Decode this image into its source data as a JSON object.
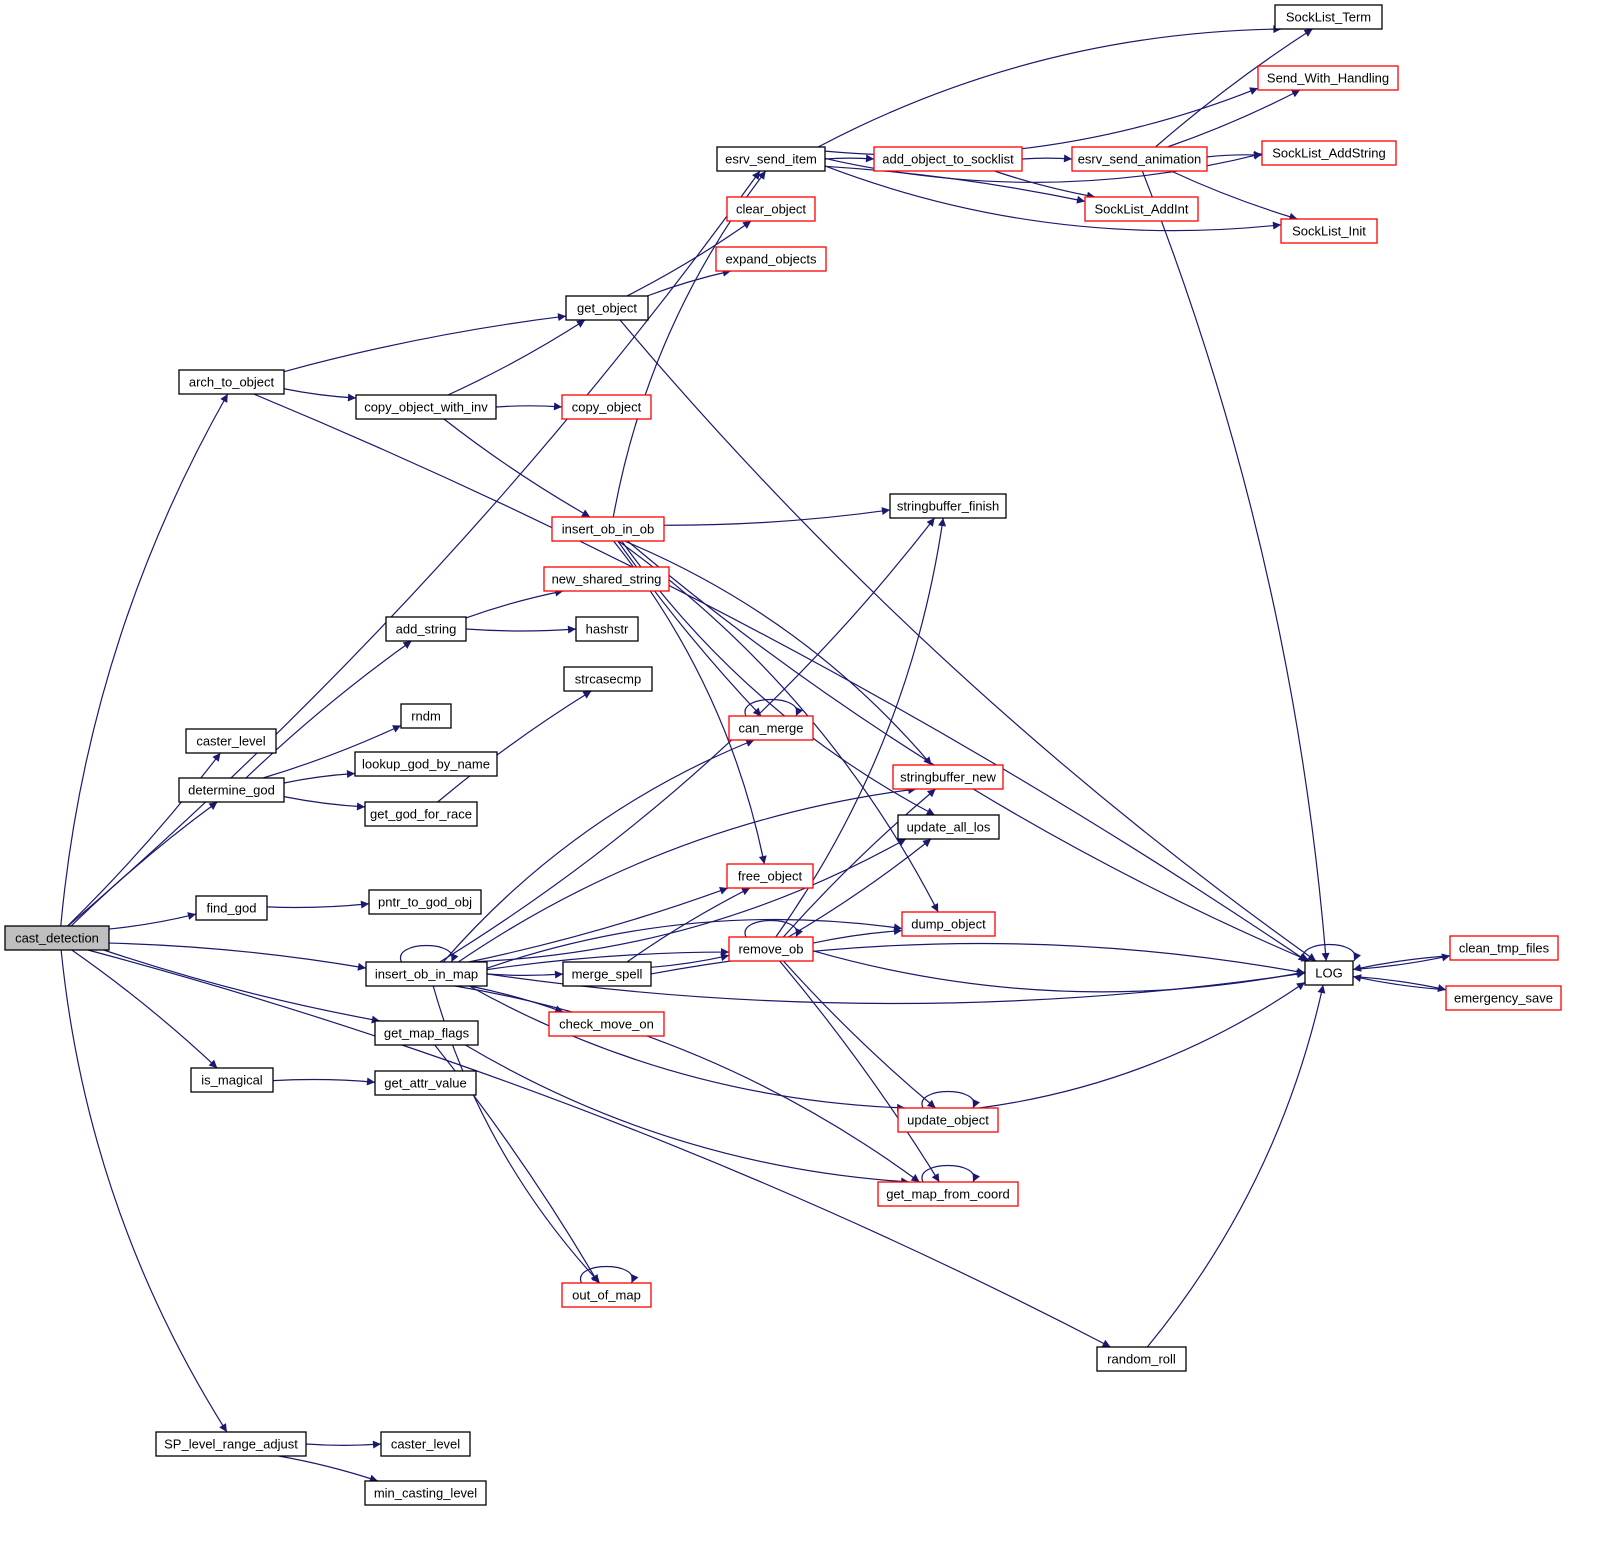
{
  "title": "cast_detection call graph",
  "colors": {
    "edge": "#191970",
    "root_fill": "#bfbfbf",
    "normal_border": "#000000",
    "truncated_border": "#ff0000"
  },
  "nodes": [
    {
      "id": "cast_detection",
      "label": "cast_detection",
      "style": "root"
    },
    {
      "id": "arch_to_object",
      "label": "arch_to_object",
      "style": "normal"
    },
    {
      "id": "caster_level_1",
      "label": "caster_level",
      "style": "normal"
    },
    {
      "id": "determine_god",
      "label": "determine_god",
      "style": "normal"
    },
    {
      "id": "find_god",
      "label": "find_god",
      "style": "normal"
    },
    {
      "id": "is_magical",
      "label": "is_magical",
      "style": "normal"
    },
    {
      "id": "SP_level_range_adjust",
      "label": "SP_level_range_adjust",
      "style": "normal"
    },
    {
      "id": "copy_object_with_inv",
      "label": "copy_object_with_inv",
      "style": "normal"
    },
    {
      "id": "add_string",
      "label": "add_string",
      "style": "normal"
    },
    {
      "id": "rndm",
      "label": "rndm",
      "style": "normal"
    },
    {
      "id": "lookup_god_by_name",
      "label": "lookup_god_by_name",
      "style": "normal"
    },
    {
      "id": "get_god_for_race",
      "label": "get_god_for_race",
      "style": "normal"
    },
    {
      "id": "pntr_to_god_obj",
      "label": "pntr_to_god_obj",
      "style": "normal"
    },
    {
      "id": "insert_ob_in_map",
      "label": "insert_ob_in_map",
      "style": "normal"
    },
    {
      "id": "get_map_flags",
      "label": "get_map_flags",
      "style": "normal"
    },
    {
      "id": "get_attr_value",
      "label": "get_attr_value",
      "style": "normal"
    },
    {
      "id": "caster_level_2",
      "label": "caster_level",
      "style": "normal"
    },
    {
      "id": "min_casting_level",
      "label": "min_casting_level",
      "style": "normal"
    },
    {
      "id": "get_object",
      "label": "get_object",
      "style": "normal"
    },
    {
      "id": "copy_object",
      "label": "copy_object",
      "style": "truncated"
    },
    {
      "id": "insert_ob_in_ob",
      "label": "insert_ob_in_ob",
      "style": "truncated"
    },
    {
      "id": "new_shared_string",
      "label": "new_shared_string",
      "style": "truncated"
    },
    {
      "id": "hashstr",
      "label": "hashstr",
      "style": "normal"
    },
    {
      "id": "strcasecmp",
      "label": "strcasecmp",
      "style": "normal"
    },
    {
      "id": "merge_spell",
      "label": "merge_spell",
      "style": "normal"
    },
    {
      "id": "check_move_on",
      "label": "check_move_on",
      "style": "truncated"
    },
    {
      "id": "out_of_map",
      "label": "out_of_map",
      "style": "truncated"
    },
    {
      "id": "esrv_send_item",
      "label": "esrv_send_item",
      "style": "normal"
    },
    {
      "id": "clear_object",
      "label": "clear_object",
      "style": "truncated"
    },
    {
      "id": "expand_objects",
      "label": "expand_objects",
      "style": "truncated"
    },
    {
      "id": "can_merge",
      "label": "can_merge",
      "style": "truncated"
    },
    {
      "id": "free_object",
      "label": "free_object",
      "style": "truncated"
    },
    {
      "id": "remove_ob",
      "label": "remove_ob",
      "style": "truncated"
    },
    {
      "id": "add_object_to_socklist",
      "label": "add_object_to_socklist",
      "style": "truncated"
    },
    {
      "id": "stringbuffer_finish",
      "label": "stringbuffer_finish",
      "style": "normal"
    },
    {
      "id": "stringbuffer_new",
      "label": "stringbuffer_new",
      "style": "truncated"
    },
    {
      "id": "update_all_los",
      "label": "update_all_los",
      "style": "normal"
    },
    {
      "id": "dump_object",
      "label": "dump_object",
      "style": "truncated"
    },
    {
      "id": "update_object",
      "label": "update_object",
      "style": "truncated"
    },
    {
      "id": "get_map_from_coord",
      "label": "get_map_from_coord",
      "style": "truncated"
    },
    {
      "id": "esrv_send_animation",
      "label": "esrv_send_animation",
      "style": "truncated"
    },
    {
      "id": "SockList_AddInt",
      "label": "SockList_AddInt",
      "style": "truncated"
    },
    {
      "id": "random_roll",
      "label": "random_roll",
      "style": "normal"
    },
    {
      "id": "SockList_Term",
      "label": "SockList_Term",
      "style": "normal"
    },
    {
      "id": "Send_With_Handling",
      "label": "Send_With_Handling",
      "style": "truncated"
    },
    {
      "id": "SockList_AddString",
      "label": "SockList_AddString",
      "style": "truncated"
    },
    {
      "id": "SockList_Init",
      "label": "SockList_Init",
      "style": "truncated"
    },
    {
      "id": "LOG",
      "label": "LOG",
      "style": "normal"
    },
    {
      "id": "clean_tmp_files",
      "label": "clean_tmp_files",
      "style": "truncated"
    },
    {
      "id": "emergency_save",
      "label": "emergency_save",
      "style": "truncated"
    }
  ],
  "edges": [
    [
      "cast_detection",
      "arch_to_object"
    ],
    [
      "cast_detection",
      "caster_level_1"
    ],
    [
      "cast_detection",
      "determine_god"
    ],
    [
      "cast_detection",
      "find_god"
    ],
    [
      "cast_detection",
      "insert_ob_in_map"
    ],
    [
      "cast_detection",
      "get_map_flags"
    ],
    [
      "cast_detection",
      "is_magical"
    ],
    [
      "cast_detection",
      "esrv_send_item"
    ],
    [
      "cast_detection",
      "random_roll"
    ],
    [
      "cast_detection",
      "SP_level_range_adjust"
    ],
    [
      "arch_to_object",
      "get_object"
    ],
    [
      "arch_to_object",
      "copy_object_with_inv"
    ],
    [
      "arch_to_object",
      "LOG"
    ],
    [
      "copy_object_with_inv",
      "get_object"
    ],
    [
      "copy_object_with_inv",
      "copy_object"
    ],
    [
      "copy_object_with_inv",
      "insert_ob_in_ob"
    ],
    [
      "determine_god",
      "add_string"
    ],
    [
      "determine_god",
      "rndm"
    ],
    [
      "determine_god",
      "lookup_god_by_name"
    ],
    [
      "determine_god",
      "get_god_for_race"
    ],
    [
      "add_string",
      "new_shared_string"
    ],
    [
      "add_string",
      "hashstr"
    ],
    [
      "get_god_for_race",
      "strcasecmp"
    ],
    [
      "find_god",
      "pntr_to_god_obj"
    ],
    [
      "is_magical",
      "get_attr_value"
    ],
    [
      "SP_level_range_adjust",
      "caster_level_2"
    ],
    [
      "SP_level_range_adjust",
      "min_casting_level"
    ],
    [
      "get_object",
      "clear_object"
    ],
    [
      "get_object",
      "expand_objects"
    ],
    [
      "get_object",
      "LOG"
    ],
    [
      "insert_ob_in_ob",
      "esrv_send_item"
    ],
    [
      "insert_ob_in_ob",
      "stringbuffer_finish"
    ],
    [
      "insert_ob_in_ob",
      "stringbuffer_new"
    ],
    [
      "insert_ob_in_ob",
      "can_merge"
    ],
    [
      "insert_ob_in_ob",
      "free_object"
    ],
    [
      "insert_ob_in_ob",
      "update_all_los"
    ],
    [
      "insert_ob_in_ob",
      "dump_object"
    ],
    [
      "insert_ob_in_ob",
      "LOG"
    ],
    [
      "insert_ob_in_map",
      "insert_ob_in_map"
    ],
    [
      "insert_ob_in_map",
      "merge_spell"
    ],
    [
      "insert_ob_in_map",
      "check_move_on"
    ],
    [
      "insert_ob_in_map",
      "out_of_map"
    ],
    [
      "insert_ob_in_map",
      "can_merge"
    ],
    [
      "insert_ob_in_map",
      "free_object"
    ],
    [
      "insert_ob_in_map",
      "remove_ob"
    ],
    [
      "insert_ob_in_map",
      "stringbuffer_finish"
    ],
    [
      "insert_ob_in_map",
      "stringbuffer_new"
    ],
    [
      "insert_ob_in_map",
      "update_all_los"
    ],
    [
      "insert_ob_in_map",
      "dump_object"
    ],
    [
      "insert_ob_in_map",
      "update_object"
    ],
    [
      "insert_ob_in_map",
      "get_map_from_coord"
    ],
    [
      "insert_ob_in_map",
      "LOG"
    ],
    [
      "get_map_flags",
      "out_of_map"
    ],
    [
      "get_map_flags",
      "get_map_from_coord"
    ],
    [
      "merge_spell",
      "free_object"
    ],
    [
      "merge_spell",
      "remove_ob"
    ],
    [
      "merge_spell",
      "LOG"
    ],
    [
      "can_merge",
      "can_merge"
    ],
    [
      "remove_ob",
      "remove_ob"
    ],
    [
      "remove_ob",
      "stringbuffer_finish"
    ],
    [
      "remove_ob",
      "stringbuffer_new"
    ],
    [
      "remove_ob",
      "update_all_los"
    ],
    [
      "remove_ob",
      "dump_object"
    ],
    [
      "remove_ob",
      "update_object"
    ],
    [
      "remove_ob",
      "get_map_from_coord"
    ],
    [
      "remove_ob",
      "LOG"
    ],
    [
      "update_object",
      "update_object"
    ],
    [
      "update_object",
      "LOG"
    ],
    [
      "get_map_from_coord",
      "get_map_from_coord"
    ],
    [
      "out_of_map",
      "out_of_map"
    ],
    [
      "esrv_send_item",
      "SockList_Term"
    ],
    [
      "esrv_send_item",
      "Send_With_Handling"
    ],
    [
      "esrv_send_item",
      "add_object_to_socklist"
    ],
    [
      "esrv_send_item",
      "SockList_AddString"
    ],
    [
      "esrv_send_item",
      "SockList_AddInt"
    ],
    [
      "esrv_send_item",
      "SockList_Init"
    ],
    [
      "add_object_to_socklist",
      "esrv_send_animation"
    ],
    [
      "add_object_to_socklist",
      "SockList_AddInt"
    ],
    [
      "esrv_send_animation",
      "SockList_Term"
    ],
    [
      "esrv_send_animation",
      "Send_With_Handling"
    ],
    [
      "esrv_send_animation",
      "SockList_AddString"
    ],
    [
      "esrv_send_animation",
      "SockList_Init"
    ],
    [
      "esrv_send_animation",
      "LOG"
    ],
    [
      "random_roll",
      "LOG"
    ],
    [
      "LOG",
      "LOG"
    ],
    [
      "LOG",
      "clean_tmp_files"
    ],
    [
      "LOG",
      "emergency_save"
    ],
    [
      "clean_tmp_files",
      "LOG"
    ],
    [
      "emergency_save",
      "LOG"
    ]
  ]
}
